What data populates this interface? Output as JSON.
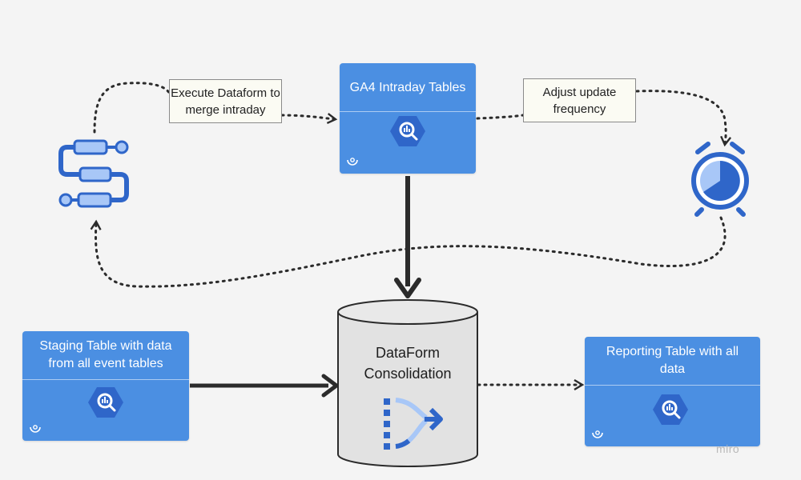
{
  "nodes": {
    "ga4_tables": {
      "title": "GA4 Intraday Tables",
      "icon": "bigquery-icon"
    },
    "staging_table": {
      "title": "Staging Table with data from all event tables",
      "icon": "bigquery-icon"
    },
    "reporting_table": {
      "title": "Reporting Table with all data",
      "icon": "bigquery-icon"
    },
    "consolidation": {
      "title": "DataForm Consolidation",
      "icon": "merge-icon"
    },
    "dataform_workflow": {
      "icon": "workflow-icon"
    },
    "scheduler": {
      "icon": "alarm-clock-icon"
    }
  },
  "notes": {
    "execute": "Execute Dataform to merge intraday",
    "adjust": "Adjust update frequency"
  },
  "colors": {
    "card_blue": "#4b8fe2",
    "icon_dark_blue": "#2f66c9",
    "icon_light_blue": "#a8c7f7",
    "arrow": "#2b2b2b",
    "background": "#f4f4f4"
  },
  "watermark": "miro"
}
